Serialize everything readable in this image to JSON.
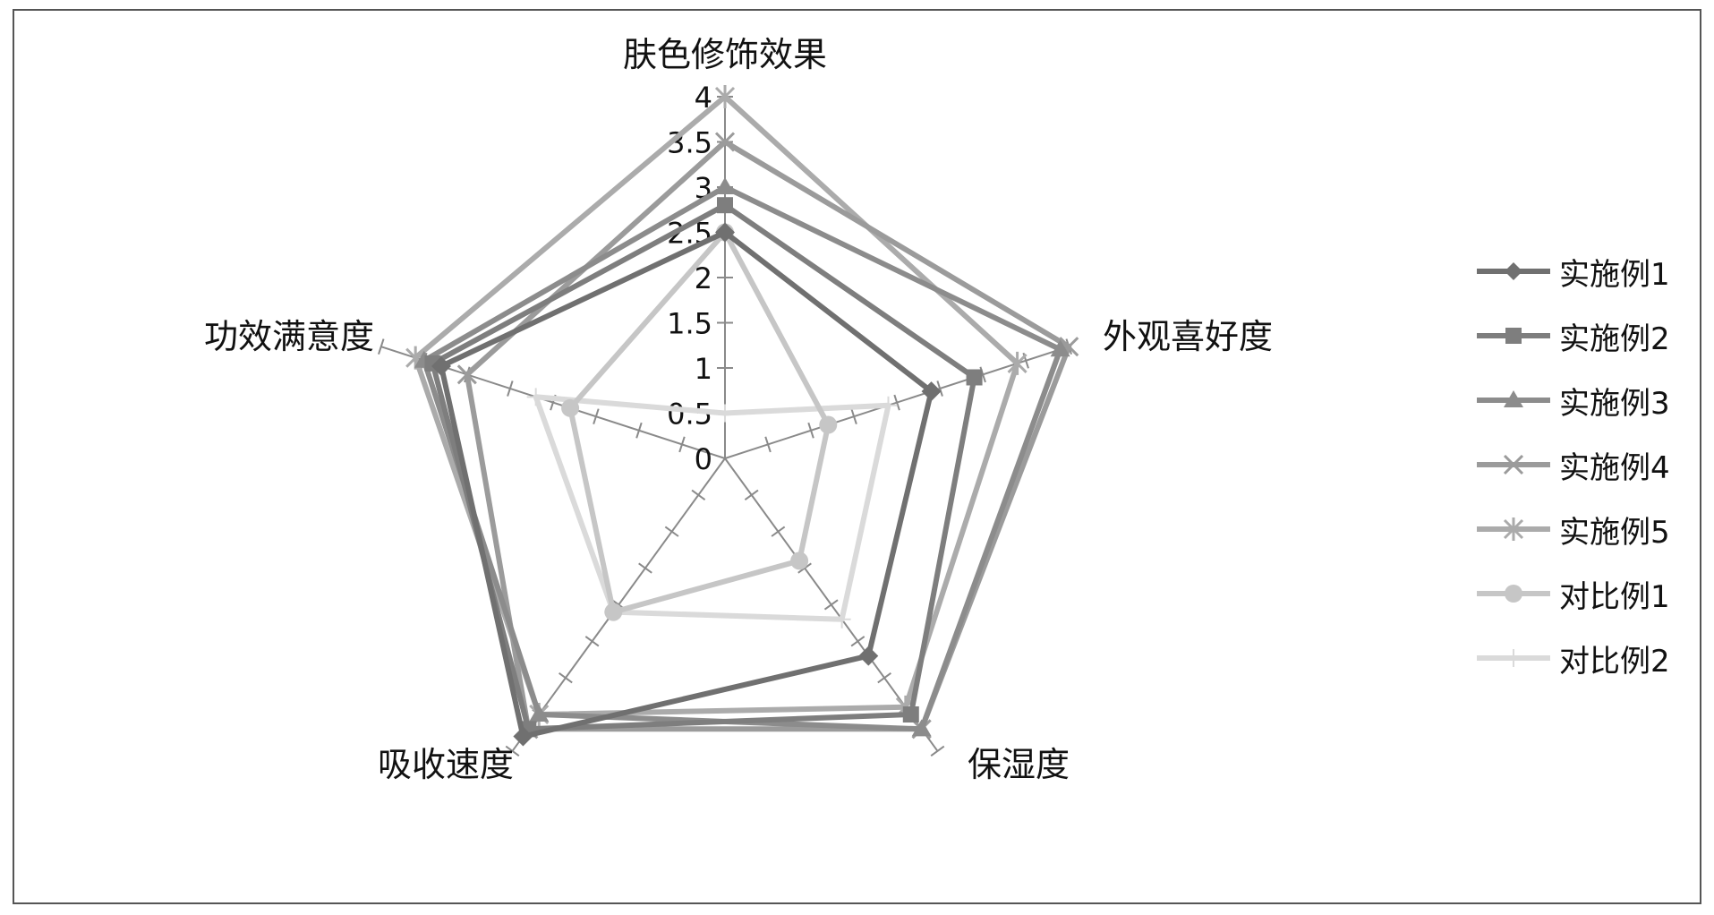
{
  "chart_data": {
    "type": "radar",
    "axes": [
      "肤色修饰效果",
      "外观喜好度",
      "保湿度",
      "吸收速度",
      "功效满意度"
    ],
    "r_ticks": [
      "0",
      "0.5",
      "1",
      "1.5",
      "2",
      "2.5",
      "3",
      "3.5",
      "4"
    ],
    "rmax": 4,
    "legend_position": "right",
    "series": [
      {
        "name": "实施例1",
        "marker": "diamond",
        "color": "#707070",
        "values": [
          2.5,
          2.4,
          2.7,
          3.8,
          3.3
        ]
      },
      {
        "name": "实施例2",
        "marker": "square",
        "color": "#7e7e7e",
        "values": [
          2.8,
          2.9,
          3.5,
          3.7,
          3.4
        ]
      },
      {
        "name": "实施例3",
        "marker": "triangle",
        "color": "#8c8c8c",
        "values": [
          3.0,
          3.9,
          3.7,
          3.5,
          3.5
        ]
      },
      {
        "name": "实施例4",
        "marker": "x",
        "color": "#9b9b9b",
        "values": [
          3.5,
          4.0,
          3.7,
          3.7,
          3.0
        ]
      },
      {
        "name": "实施例5",
        "marker": "star",
        "color": "#ababab",
        "values": [
          4.0,
          3.4,
          3.4,
          3.5,
          3.6
        ]
      },
      {
        "name": "对比例1",
        "marker": "circle",
        "color": "#c6c6c6",
        "values": [
          2.5,
          1.2,
          1.4,
          2.1,
          1.8
        ]
      },
      {
        "name": "对比例2",
        "marker": "plus",
        "color": "#dadada",
        "values": [
          0.5,
          1.9,
          2.2,
          2.1,
          2.2
        ]
      }
    ]
  }
}
